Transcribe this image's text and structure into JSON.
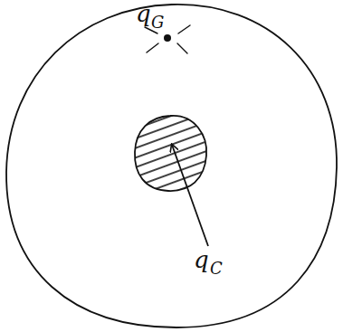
{
  "diagram": {
    "labels": [
      "q",
      "G",
      "q",
      "C"
    ]
  }
}
